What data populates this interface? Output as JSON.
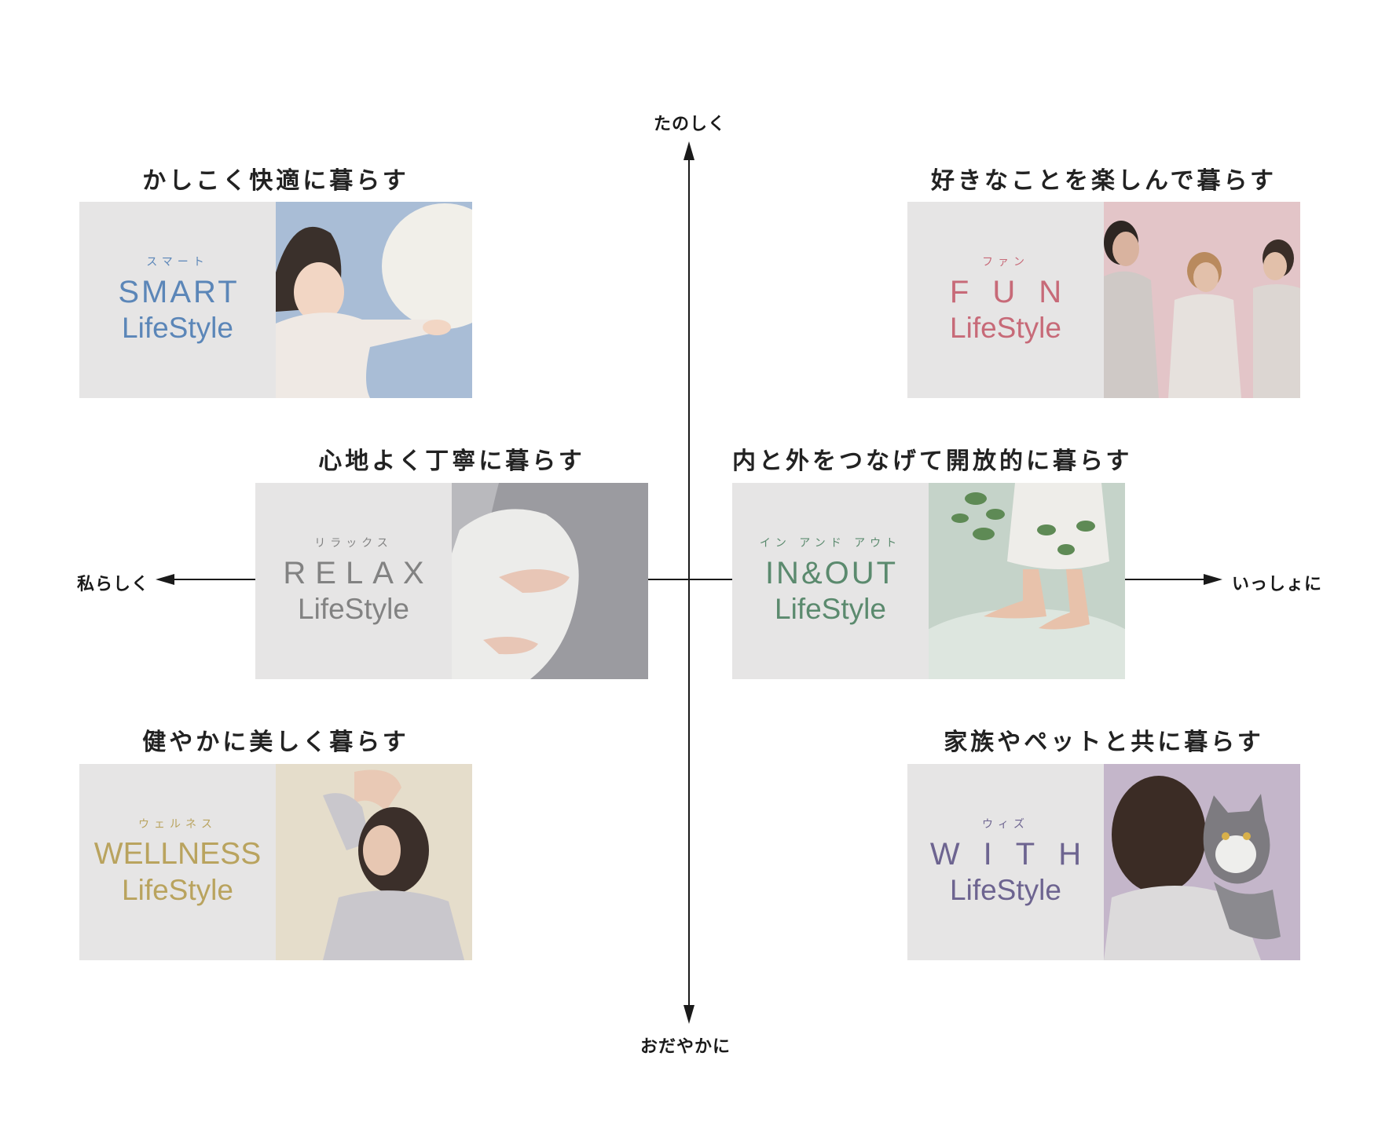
{
  "axes": {
    "top": "たのしく",
    "bottom": "おだやかに",
    "left": "私らしく",
    "right": "いっしょに"
  },
  "cards": {
    "smart": {
      "heading": "かしこく快適に暮らす",
      "kana": "スマート",
      "title": "SMART",
      "subtitle": "LifeStyle",
      "color": "#5b86b8",
      "photo_bg": "#a9bdd6"
    },
    "fun": {
      "heading": "好きなことを楽しんで暮らす",
      "kana": "ファン",
      "title": "FUN",
      "subtitle": "LifeStyle",
      "color": "#c76a78",
      "photo_bg": "#e3c5c8"
    },
    "relax": {
      "heading": "心地よく丁寧に暮らす",
      "kana": "リラックス",
      "title": "RELAX",
      "subtitle": "LifeStyle",
      "color": "#828282",
      "photo_bg": "#b9b9bd"
    },
    "inout": {
      "heading": "内と外をつなげて開放的に暮らす",
      "kana": "イン アンド アウト",
      "title": "IN&OUT",
      "subtitle": "LifeStyle",
      "color": "#5b8a6e",
      "photo_bg": "#c5d3c9"
    },
    "wellness": {
      "heading": "健やかに美しく暮らす",
      "kana": "ウェルネス",
      "title": "WELLNESS",
      "subtitle": "LifeStyle",
      "color": "#b9a35e",
      "photo_bg": "#e5ddcb"
    },
    "with": {
      "heading": "家族やペットと共に暮らす",
      "kana": "ウィズ",
      "title": "WITH",
      "subtitle": "LifeStyle",
      "color": "#6d6490",
      "photo_bg": "#c4b6ca"
    }
  }
}
